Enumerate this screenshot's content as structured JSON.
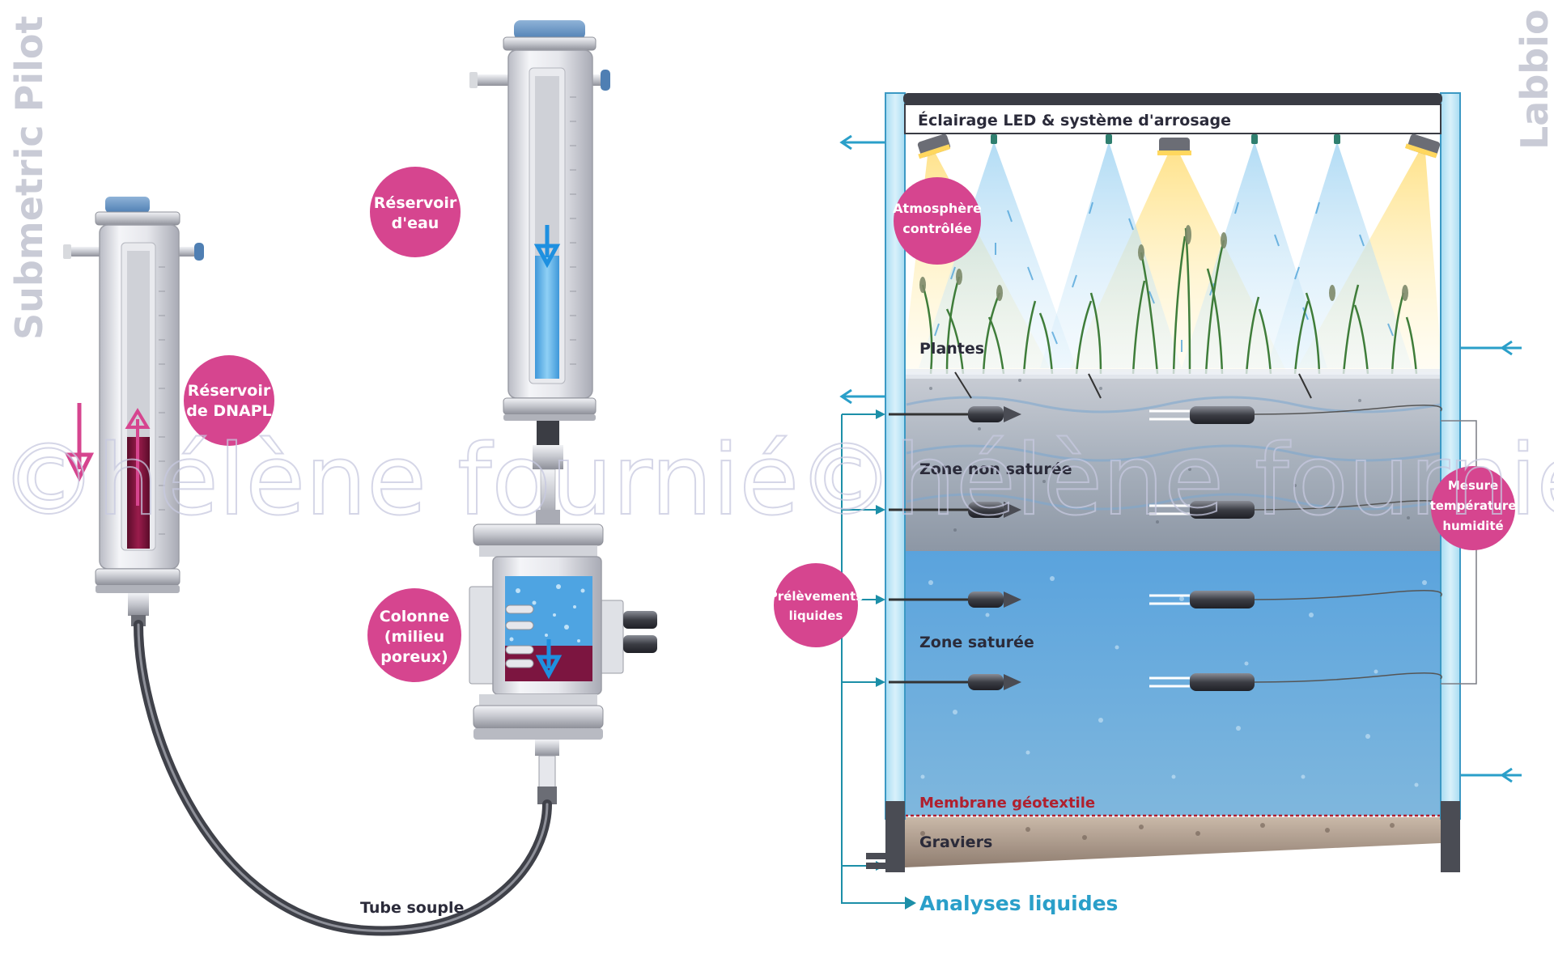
{
  "side_titles": {
    "left": "Submetric Pilot",
    "right": "Labbio"
  },
  "watermark": "©hélène fournié",
  "left_diagram": {
    "reservoir_dnapl": [
      "Réservoir",
      "de DNAPL"
    ],
    "reservoir_eau": [
      "Réservoir",
      "d'eau"
    ],
    "colonne": [
      "Colonne",
      "(milieu",
      "poreux)"
    ],
    "tube": "Tube souple"
  },
  "right_diagram": {
    "eclairage": "Éclairage LED & système d'arrosage",
    "atmosphere": [
      "Atmosphère",
      "contrôlée"
    ],
    "plantes": "Plantes",
    "zone_non_saturee": "Zone non saturée",
    "zone_saturee": "Zone saturée",
    "membrane": "Membrane géotextile",
    "graviers": "Graviers",
    "prelevements": [
      "Prélèvements",
      "liquides"
    ],
    "mesure": [
      "Mesure",
      "température",
      "humidité"
    ],
    "analyses": "Analyses liquides"
  },
  "colors": {
    "magenta": "#d6458f",
    "dnapl": "#7a1238",
    "water_blue": "#6fb8e8",
    "frame_blue": "#bfe5f5",
    "teal": "#1c8fa8",
    "analyses": "#2a9fc9",
    "membrane_red": "#b0202e"
  },
  "icons": [
    "arrow-down-icon",
    "arrow-up-icon",
    "arrow-left-icon",
    "arrow-right-icon",
    "led-lamp-icon",
    "sprinkler-icon",
    "probe-icon",
    "sensor-icon"
  ]
}
